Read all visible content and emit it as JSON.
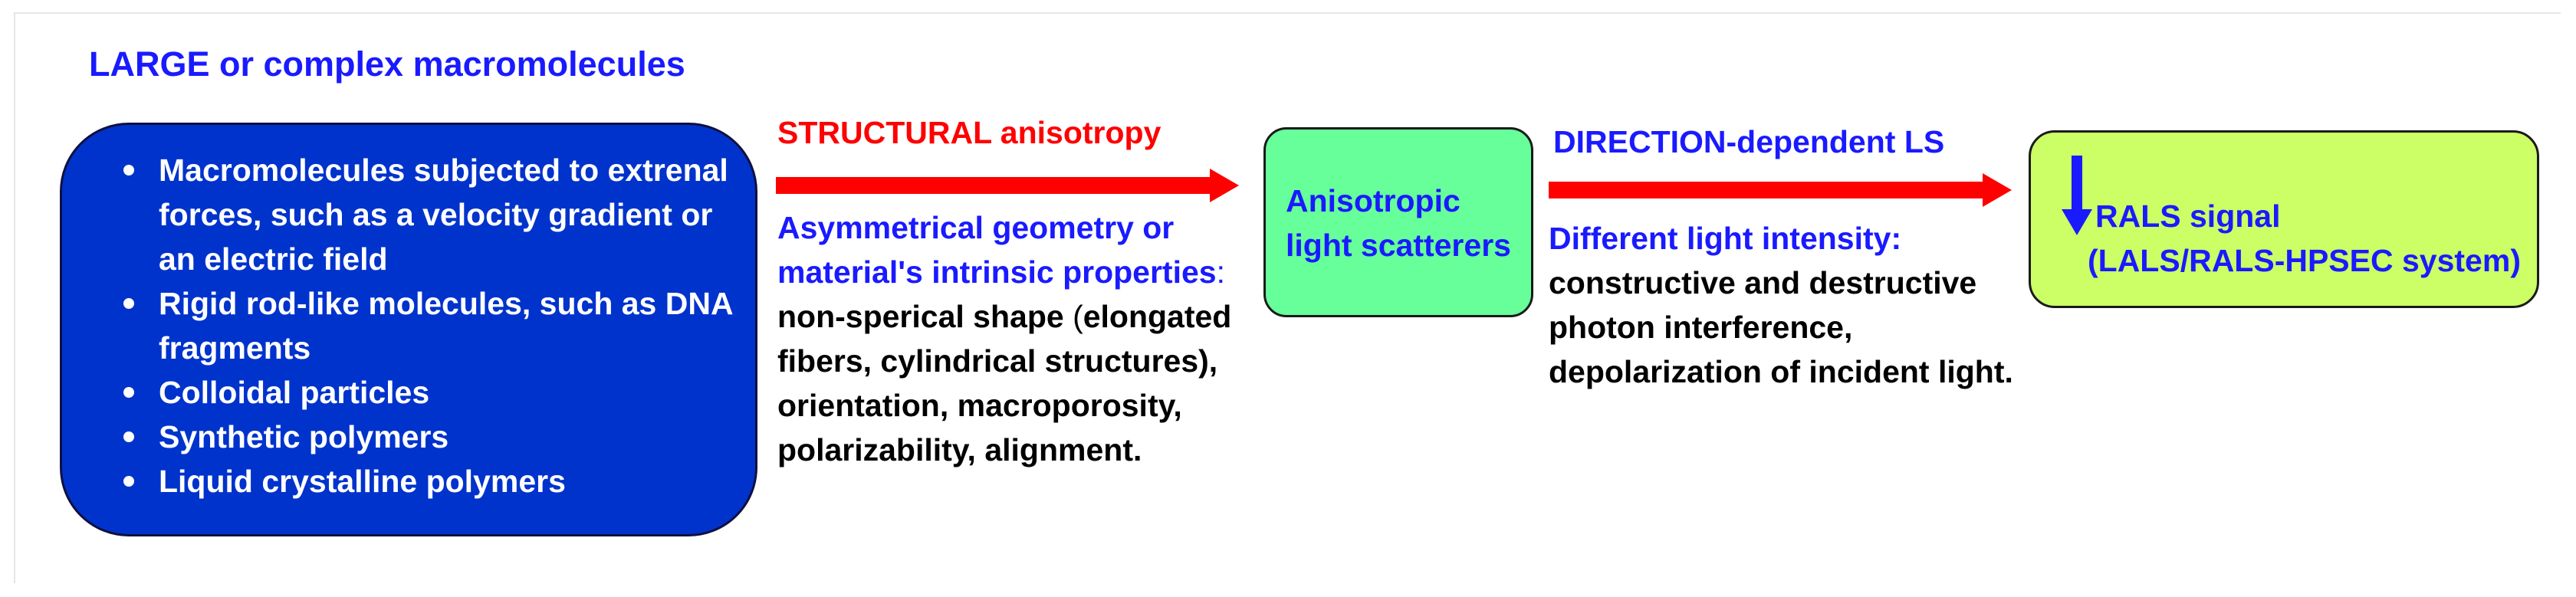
{
  "heading": "LARGE or complex macromolecules",
  "main_box": {
    "bullets": [
      "Macromolecules subjected to extrenal forces, such as a velocity gradient or an electric field",
      "Rigid rod-like molecules, such as DNA fragments",
      "Colloidal particles",
      "Synthetic polymers",
      "Liquid crystalline polymers"
    ]
  },
  "structural": {
    "label_part1": "STRUCTURAL",
    "label_part2": " anisotropy",
    "desc_line1": "Asymmetrical geometry or",
    "desc_line2_blue": "material's intrinsic properties",
    "desc_line2_colon": ":",
    "desc_line3_a": "non-sperical shape",
    "desc_line3_b": " (",
    "desc_line3_c": "elongated",
    "desc_line4": "fibers, cylindrical structures),",
    "desc_line5": "orientation, macroporosity,",
    "desc_line6": "polarizability, alignment."
  },
  "aniso_box": {
    "line1": "Anisotropic",
    "line2": "light scatterers"
  },
  "direction": {
    "label": "DIRECTION-dependent LS",
    "desc_line1": "Different light intensity:",
    "desc_line2": "constructive and destructive",
    "desc_line3": "photon interference,",
    "desc_line4": "depolarization of incident light."
  },
  "rals_box": {
    "line1": "RALS signal",
    "line2": "(LALS/RALS-HPSEC system)"
  },
  "colors": {
    "heading_blue": "#1a1aff",
    "main_box_fill": "#0033cc",
    "arrow_red": "#ff0000",
    "aniso_fill": "#66ff99",
    "rals_fill": "#ccff66",
    "down_arrow_blue": "#1a1aff"
  },
  "icons": {
    "arrow1": "right-arrow-icon",
    "arrow2": "right-arrow-icon",
    "rals_arrow": "down-arrow-icon"
  }
}
